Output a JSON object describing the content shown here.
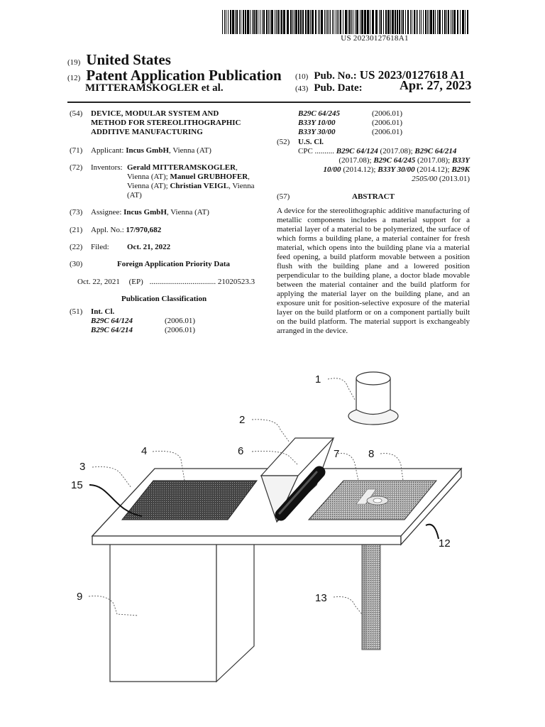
{
  "barcode_number": "US 20230127618A1",
  "header": {
    "c19": "(19)",
    "country": "United States",
    "c12": "(12)",
    "doc_type": "Patent Application Publication",
    "inventor_short": "MITTERAMSKOGLER et al.",
    "c10": "(10)",
    "pub_no_label": "Pub. No.:",
    "pub_no": "US 2023/0127618 A1",
    "c43": "(43)",
    "pub_date_label": "Pub. Date:",
    "pub_date": "Apr. 27, 2023"
  },
  "left": {
    "f54": {
      "code": "(54)",
      "lines": [
        "DEVICE, MODULAR SYSTEM AND",
        "METHOD FOR STEREOLITHOGRAPHIC",
        "ADDITIVE MANUFACTURING"
      ]
    },
    "f71": {
      "code": "(71)",
      "label": "Applicant:",
      "name": "Incus GmbH",
      "rest": ", Vienna (AT)"
    },
    "f72": {
      "code": "(72)",
      "label": "Inventors:",
      "n1": "Gerald MITTERAMSKOGLER",
      "l1": ",",
      "l2a": "Vienna (AT); ",
      "n2": "Manuel GRUBHOFER",
      "l2b": ",",
      "l3a": "Vienna (AT); ",
      "n3": "Christian VEIGL",
      "l3b": ", Vienna",
      "l4": "(AT)"
    },
    "f73": {
      "code": "(73)",
      "label": "Assignee:",
      "name": "Incus GmbH",
      "rest": ", Vienna (AT)"
    },
    "f21": {
      "code": "(21)",
      "label": "Appl. No.:",
      "value": "17/970,682"
    },
    "f22": {
      "code": "(22)",
      "label": "Filed:",
      "value": "Oct. 21, 2022"
    },
    "f30": {
      "code": "(30)",
      "title": "Foreign Application Priority Data"
    },
    "priority": {
      "date": "Oct. 22, 2021",
      "country": "(EP)",
      "dots": "..................................",
      "number": "21020523.3"
    },
    "pub_class_title": "Publication Classification",
    "f51": {
      "code": "(51)",
      "label": "Int. Cl."
    },
    "intcl": [
      {
        "code": "B29C 64/124",
        "year": "(2006.01)"
      },
      {
        "code": "B29C 64/214",
        "year": "(2006.01)"
      }
    ]
  },
  "right": {
    "intcl_cont": [
      {
        "code": "B29C 64/245",
        "year": "(2006.01)"
      },
      {
        "code": "B33Y 10/00",
        "year": "(2006.01)"
      },
      {
        "code": "B33Y 30/00",
        "year": "(2006.01)"
      }
    ],
    "f52": {
      "code": "(52)",
      "label": "U.S. Cl."
    },
    "cpc": {
      "label": "CPC ..........",
      "a": "B29C 64/124",
      "ay": " (2017.08); ",
      "b": "B29C 64/214",
      "by": "(2017.08); ",
      "c": "B29C 64/245",
      "cy": " (2017.08); ",
      "d1": "B33Y",
      "d2": "10/00",
      "dy": " (2014.12); ",
      "e": "B33Y 30/00",
      "ey": " (2014.12); ",
      "f1": "B29K",
      "f2": "2505/00",
      "fy": " (2013.01)"
    },
    "f57": {
      "code": "(57)",
      "title": "ABSTRACT"
    },
    "abstract": "A device for the stereolithographic additive manufacturing of metallic components includes a material support for a material layer of a material to be polymerized, the surface of which forms a building plane, a material container for fresh material, which opens into the building plane via a material feed opening, a build platform movable between a position flush with the building plane and a lowered position perpendicular to the building plane, a doctor blade movable between the material container and the build platform for applying the material layer on the building plane, and an exposure unit for position-selective exposure of the material layer on the build platform or on a component partially built on the build platform. The material support is exchangeably arranged in the device."
  },
  "figure": {
    "labels": [
      "1",
      "2",
      "3",
      "4",
      "6",
      "7",
      "8",
      "9",
      "12",
      "13",
      "15"
    ]
  }
}
